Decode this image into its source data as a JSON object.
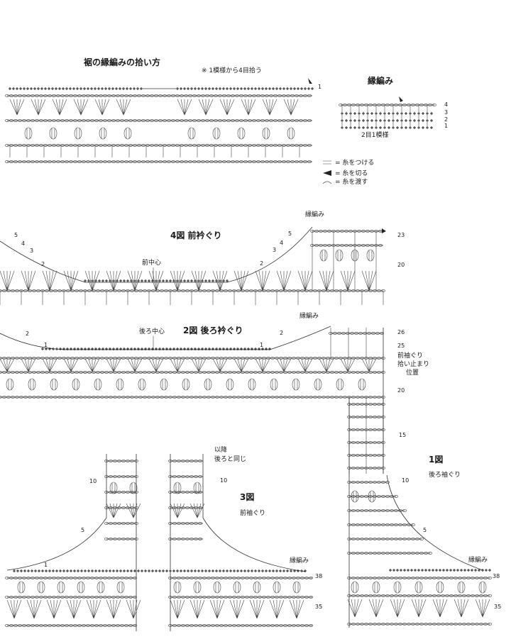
{
  "hem": {
    "title": "裾の縁編みの拾い方",
    "note": "※ 1模様から4目拾う",
    "row1": "1"
  },
  "edging": {
    "title": "縁編み",
    "repeat": "2目1模様",
    "rows": [
      "4",
      "3",
      "2",
      "1"
    ]
  },
  "legend": {
    "attach": "= 糸をつける",
    "cut": "= 糸を切る",
    "carry": "= 糸を渡す"
  },
  "fig4": {
    "title": "4図  前衿ぐり",
    "center": "前中心",
    "edging": "縁編み",
    "left_rows": [
      "5",
      "4",
      "3",
      "2"
    ],
    "right_rows": [
      "5",
      "4",
      "3",
      "2"
    ],
    "side_rows": [
      "23",
      "20"
    ]
  },
  "fig2": {
    "title": "2図  後ろ衿ぐり",
    "center": "後ろ中心",
    "edging": "縁編み",
    "left_rows": [
      "2",
      "1"
    ],
    "right_rows": [
      "2",
      "1"
    ],
    "side_rows": [
      "26",
      "25",
      "20",
      "15",
      "10",
      "5"
    ],
    "armhole_note": [
      "前袖ぐり",
      "拾い止まり",
      "位置"
    ]
  },
  "fig3": {
    "title": "3図",
    "subtitle": "前袖ぐり",
    "same_note": [
      "以降",
      "後ろと同じ"
    ],
    "edging": "縁編み",
    "rows_left": [
      "10",
      "5",
      "1"
    ],
    "rows_right": [
      "10",
      "38",
      "35"
    ]
  },
  "fig1": {
    "title": "1図",
    "subtitle": "後ろ袖ぐり",
    "edging": "縁編み",
    "rows": [
      "10",
      "5",
      "38",
      "35"
    ]
  }
}
